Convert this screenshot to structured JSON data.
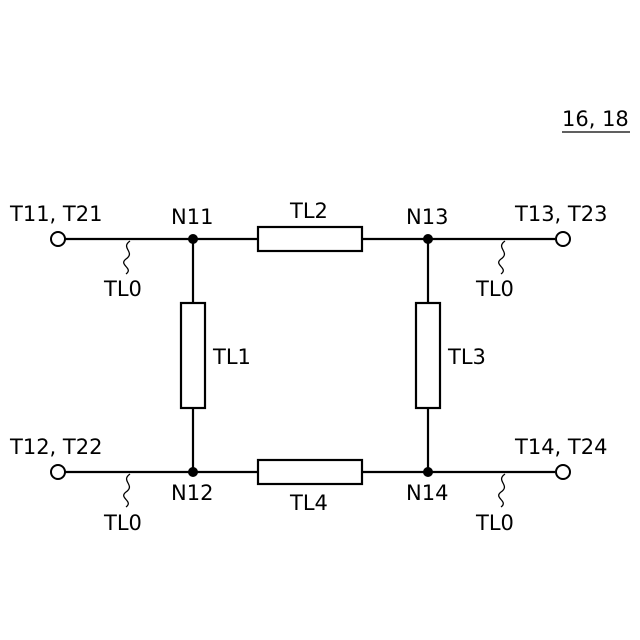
{
  "figure": {
    "reference": "16, 18"
  },
  "terminals": {
    "top_left": "T11, T21",
    "top_right": "T13, T23",
    "bottom_left": "T12, T22",
    "bottom_right": "T14, T24"
  },
  "nodes": {
    "n11": "N11",
    "n12": "N12",
    "n13": "N13",
    "n14": "N14"
  },
  "lines": {
    "tl0": "TL0",
    "tl1": "TL1",
    "tl2": "TL2",
    "tl3": "TL3",
    "tl4": "TL4"
  }
}
